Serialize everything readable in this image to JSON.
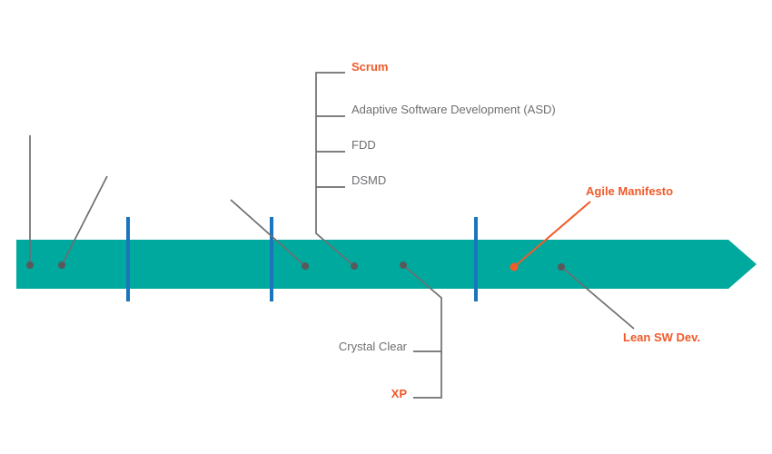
{
  "diagram": {
    "kind": "timeline-arrow",
    "direction": "left-to-right"
  },
  "colors": {
    "band": "#00A99D",
    "tick": "#1B75BC",
    "leader": "#6D6E71",
    "leader_highlight": "#F15A29",
    "dot": "#58595B",
    "dot_highlight": "#F15A29",
    "text_gray": "#6D6E71",
    "text_highlight": "#F15A29"
  },
  "groups": {
    "upper": {
      "items": [
        {
          "text": "Scrum",
          "highlight": true
        },
        {
          "text": "Adaptive Software Development (ASD)",
          "highlight": false
        },
        {
          "text": "FDD",
          "highlight": false
        },
        {
          "text": "DSMD",
          "highlight": false
        }
      ]
    },
    "lower": {
      "items": [
        {
          "text": "Crystal Clear",
          "highlight": false
        },
        {
          "text": "XP",
          "highlight": true
        }
      ]
    }
  },
  "callouts": {
    "agile_manifesto": {
      "text": "Agile Manifesto",
      "highlight": true
    },
    "lean_sw_dev": {
      "text": "Lean SW Dev.",
      "highlight": true
    }
  },
  "markers": [
    {
      "label": "",
      "highlight": false
    },
    {
      "label": "",
      "highlight": false
    },
    {
      "label": "",
      "highlight": false
    },
    {
      "label": "Scrum; Adaptive Software Development (ASD); FDD; DSMD",
      "highlight": false
    },
    {
      "label": "Crystal Clear; XP",
      "highlight": false
    },
    {
      "label": "Agile Manifesto",
      "highlight": true
    },
    {
      "label": "Lean SW Dev.",
      "highlight": false
    }
  ],
  "tick_count": 3
}
